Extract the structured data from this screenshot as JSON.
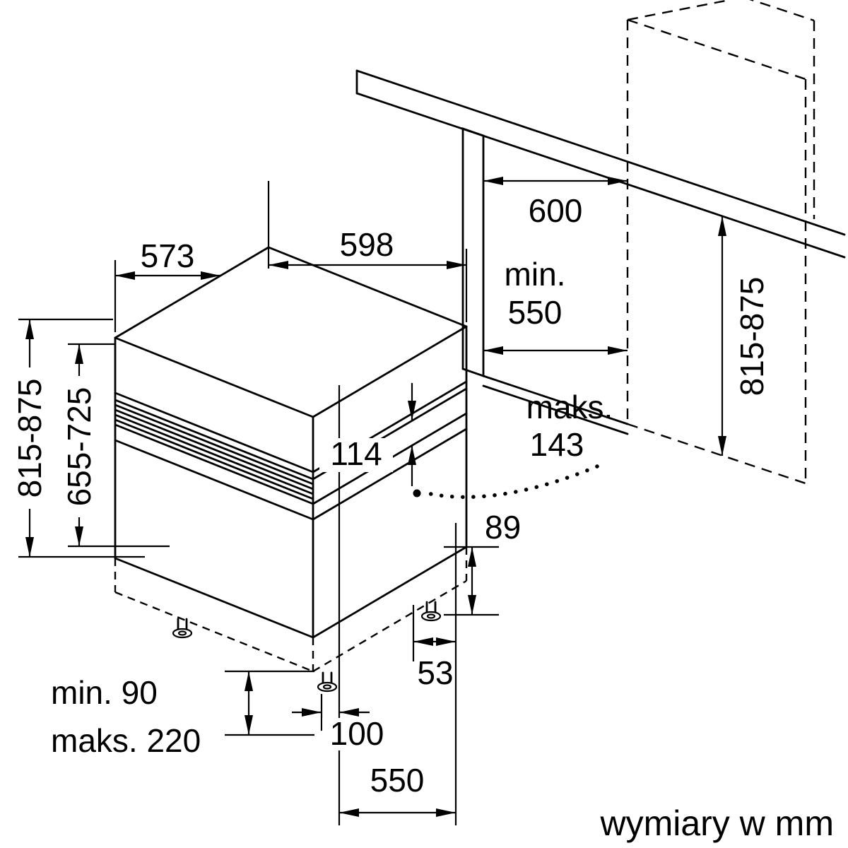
{
  "diagram": {
    "caption": "wymiary w mm",
    "dimensions": {
      "top_depth": "573",
      "front_width": "598",
      "niche_depth": "600",
      "niche_min_depth_prefix": "min.",
      "niche_min_depth_value": "550",
      "total_height_left": "815-875",
      "door_panel_height": "655-725",
      "control_panel_height": "114",
      "max_protrusion_prefix": "maks.",
      "max_protrusion_value": "143",
      "base_rear_height": "89",
      "base_rear_inset": "53",
      "base_front_inset": "100",
      "base_depth": "550",
      "plinth_min": "min. 90",
      "plinth_max": "maks. 220",
      "total_height_right": "815-875"
    },
    "colors": {
      "line": "#000000",
      "background": "#ffffff"
    }
  }
}
